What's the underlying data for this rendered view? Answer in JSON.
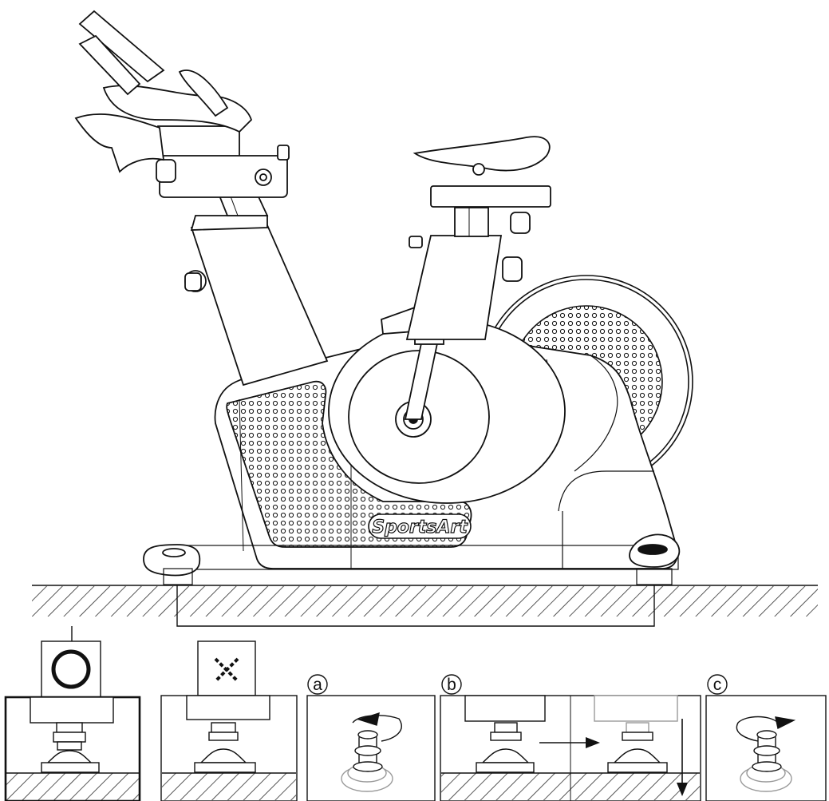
{
  "brand_logo_text": "SportsArt",
  "steps": [
    {
      "id": "a",
      "label": "a"
    },
    {
      "id": "b",
      "label": "b"
    },
    {
      "id": "c",
      "label": "c"
    }
  ],
  "symbols": {
    "correct": "circle-symbol",
    "incorrect": "cross-symbol"
  },
  "colors": {
    "line": "#111111",
    "ghost": "#9a9a9a",
    "background": "#ffffff"
  }
}
